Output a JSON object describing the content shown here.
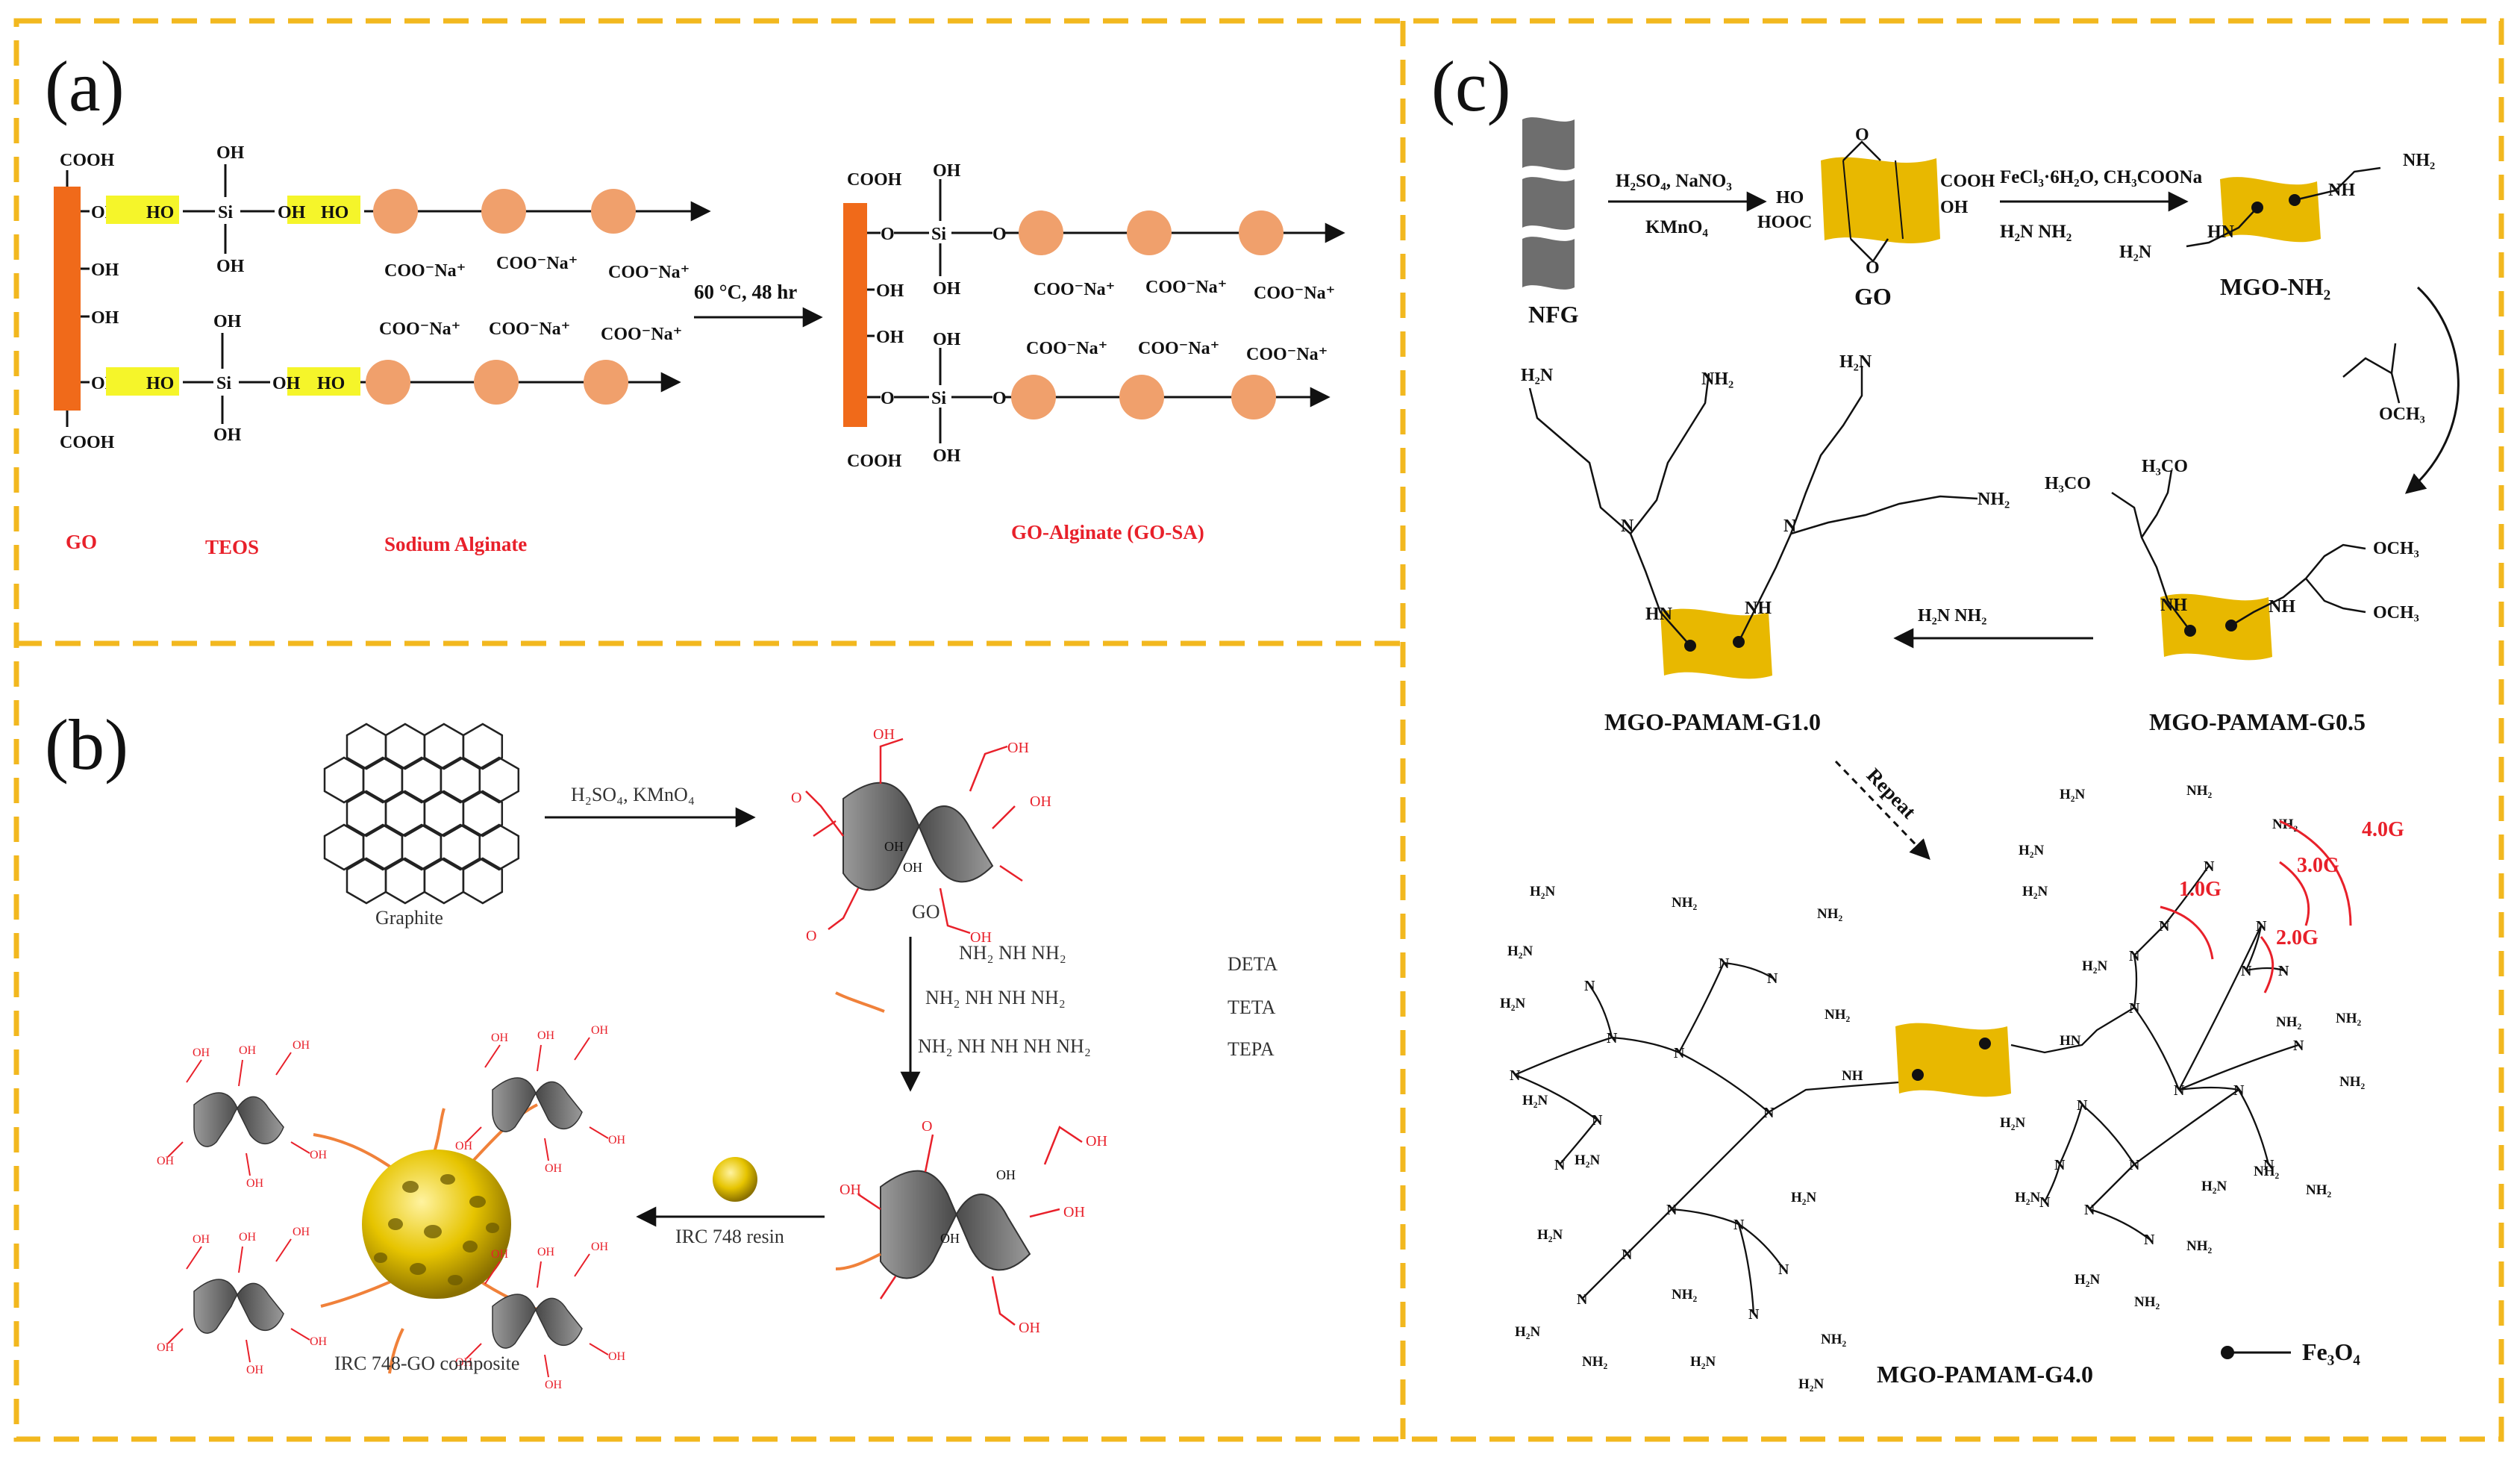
{
  "panels": {
    "a": {
      "letter": "(a)",
      "labels": {
        "go": "GO",
        "teos": "TEOS",
        "sodium_alginate": "Sodium Alginate",
        "product": "GO-Alginate (GO-SA)",
        "condition": "60 °C, 48 hr"
      },
      "groups": {
        "cooh": "COOH",
        "oh": "OH",
        "ho": "HO",
        "si": "Si",
        "o": "O",
        "coona": "COO⁻Na⁺"
      }
    },
    "b": {
      "letter": "(b)",
      "labels": {
        "graphite": "Graphite",
        "reagent": "H₂SO₄, KMnO₄",
        "go": "GO",
        "resin": "IRC 748 resin",
        "composite": "IRC 748-GO composite"
      },
      "amines": [
        {
          "formula": "NH₂ NH NH₂",
          "name": "DETA"
        },
        {
          "formula": "NH₂ NH NH NH₂",
          "name": "TETA"
        },
        {
          "formula": "NH₂ NH NH NH NH₂",
          "name": "TEPA"
        }
      ],
      "groups": {
        "oh": "OH",
        "o": "O"
      }
    },
    "c": {
      "letter": "(c)",
      "labels": {
        "nfg": "NFG",
        "go": "GO",
        "mgo_nh2": "MGO-NH₂",
        "g05": "MGO-PAMAM-G0.5",
        "g10": "MGO-PAMAM-G1.0",
        "g40": "MGO-PAMAM-G4.0",
        "repeat": "Repeat",
        "fe3o4": "Fe₃O₄"
      },
      "reagents": {
        "step1_top": "H₂SO₄, NaNO₃",
        "step1_bottom": "KMnO₄",
        "step2_top": "FeCl₃·6H₂O, CH₃COONa",
        "step2_bottom": "H₂N NH₂",
        "step4": "H₂N NH₂",
        "acrylate": "OCH₃"
      },
      "generations": [
        "1.0G",
        "2.0G",
        "3.0G",
        "4.0G"
      ],
      "groups": {
        "nh2": "NH₂",
        "h2n": "H₂N",
        "n": "N",
        "nh": "NH",
        "hn": "HN",
        "oh": "OH",
        "ho": "HO",
        "cooh": "COOH",
        "hooc": "HOOC",
        "o": "O",
        "och3": "OCH₃",
        "h3co": "H₃CO"
      }
    }
  },
  "colors": {
    "border": "#f2b81f",
    "go_sheet": "#f06a1a",
    "alginate": "#f0a06c",
    "highlight": "#f5f52a",
    "gold": "#e8b800",
    "red_text": "#e8202a",
    "grey_sheet": "#6e6e6e"
  }
}
